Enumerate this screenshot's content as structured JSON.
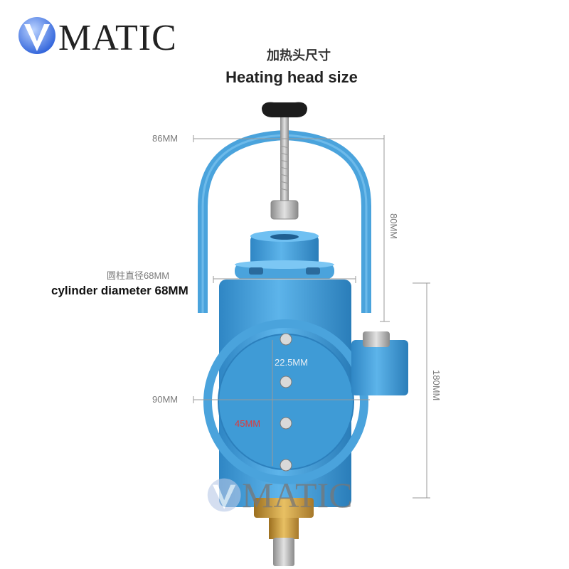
{
  "brand": {
    "logo_text": "MATIC",
    "watermark_text": "MATIC"
  },
  "heading": {
    "cn": "加热头尺寸",
    "en": "Heating head size"
  },
  "dimensions": {
    "width_top": "86MM",
    "frame_height": "80MM",
    "cylinder_cn": "圆柱直径68MM",
    "cylinder_en": "cylinder diameter 68MM",
    "hole_spacing_small": "22.5MM",
    "hole_spacing_large": "45MM",
    "width_mid": "90MM",
    "total_height": "180MM"
  },
  "colors": {
    "body_blue": "#4aa3dc",
    "accent_red": "#e0393a",
    "knob_black": "#1c1c1c",
    "brass": "#c89a38"
  }
}
